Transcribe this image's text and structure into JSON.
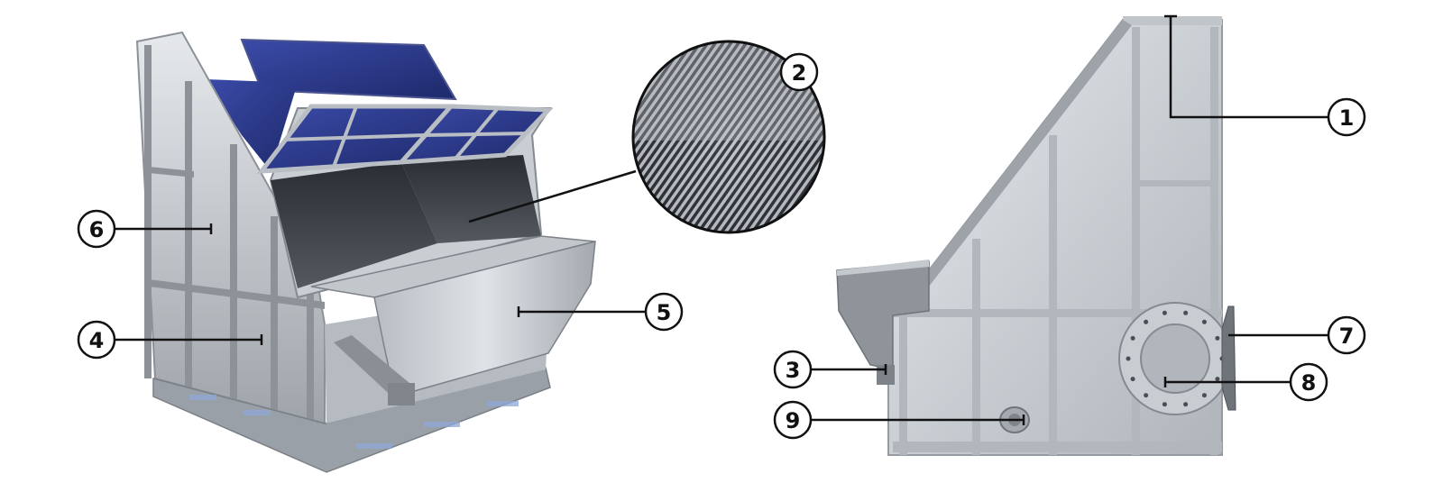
{
  "figure": {
    "views": [
      {
        "name": "isometric-view"
      },
      {
        "name": "side-view"
      }
    ],
    "detail": {
      "name": "wedge-wire-screen-detail"
    }
  },
  "callouts": [
    {
      "id": "c1",
      "label": "1"
    },
    {
      "id": "c2",
      "label": "2"
    },
    {
      "id": "c3",
      "label": "3"
    },
    {
      "id": "c4",
      "label": "4"
    },
    {
      "id": "c5",
      "label": "5"
    },
    {
      "id": "c6",
      "label": "6"
    },
    {
      "id": "c7",
      "label": "7"
    },
    {
      "id": "c8",
      "label": "8"
    },
    {
      "id": "c9",
      "label": "9"
    }
  ],
  "colors": {
    "steel_light": "#d9dde2",
    "steel_mid": "#a9aeb4",
    "steel_dark": "#6f757c",
    "glass_blue": "#2e3d8f",
    "callout_line": "#111111"
  }
}
